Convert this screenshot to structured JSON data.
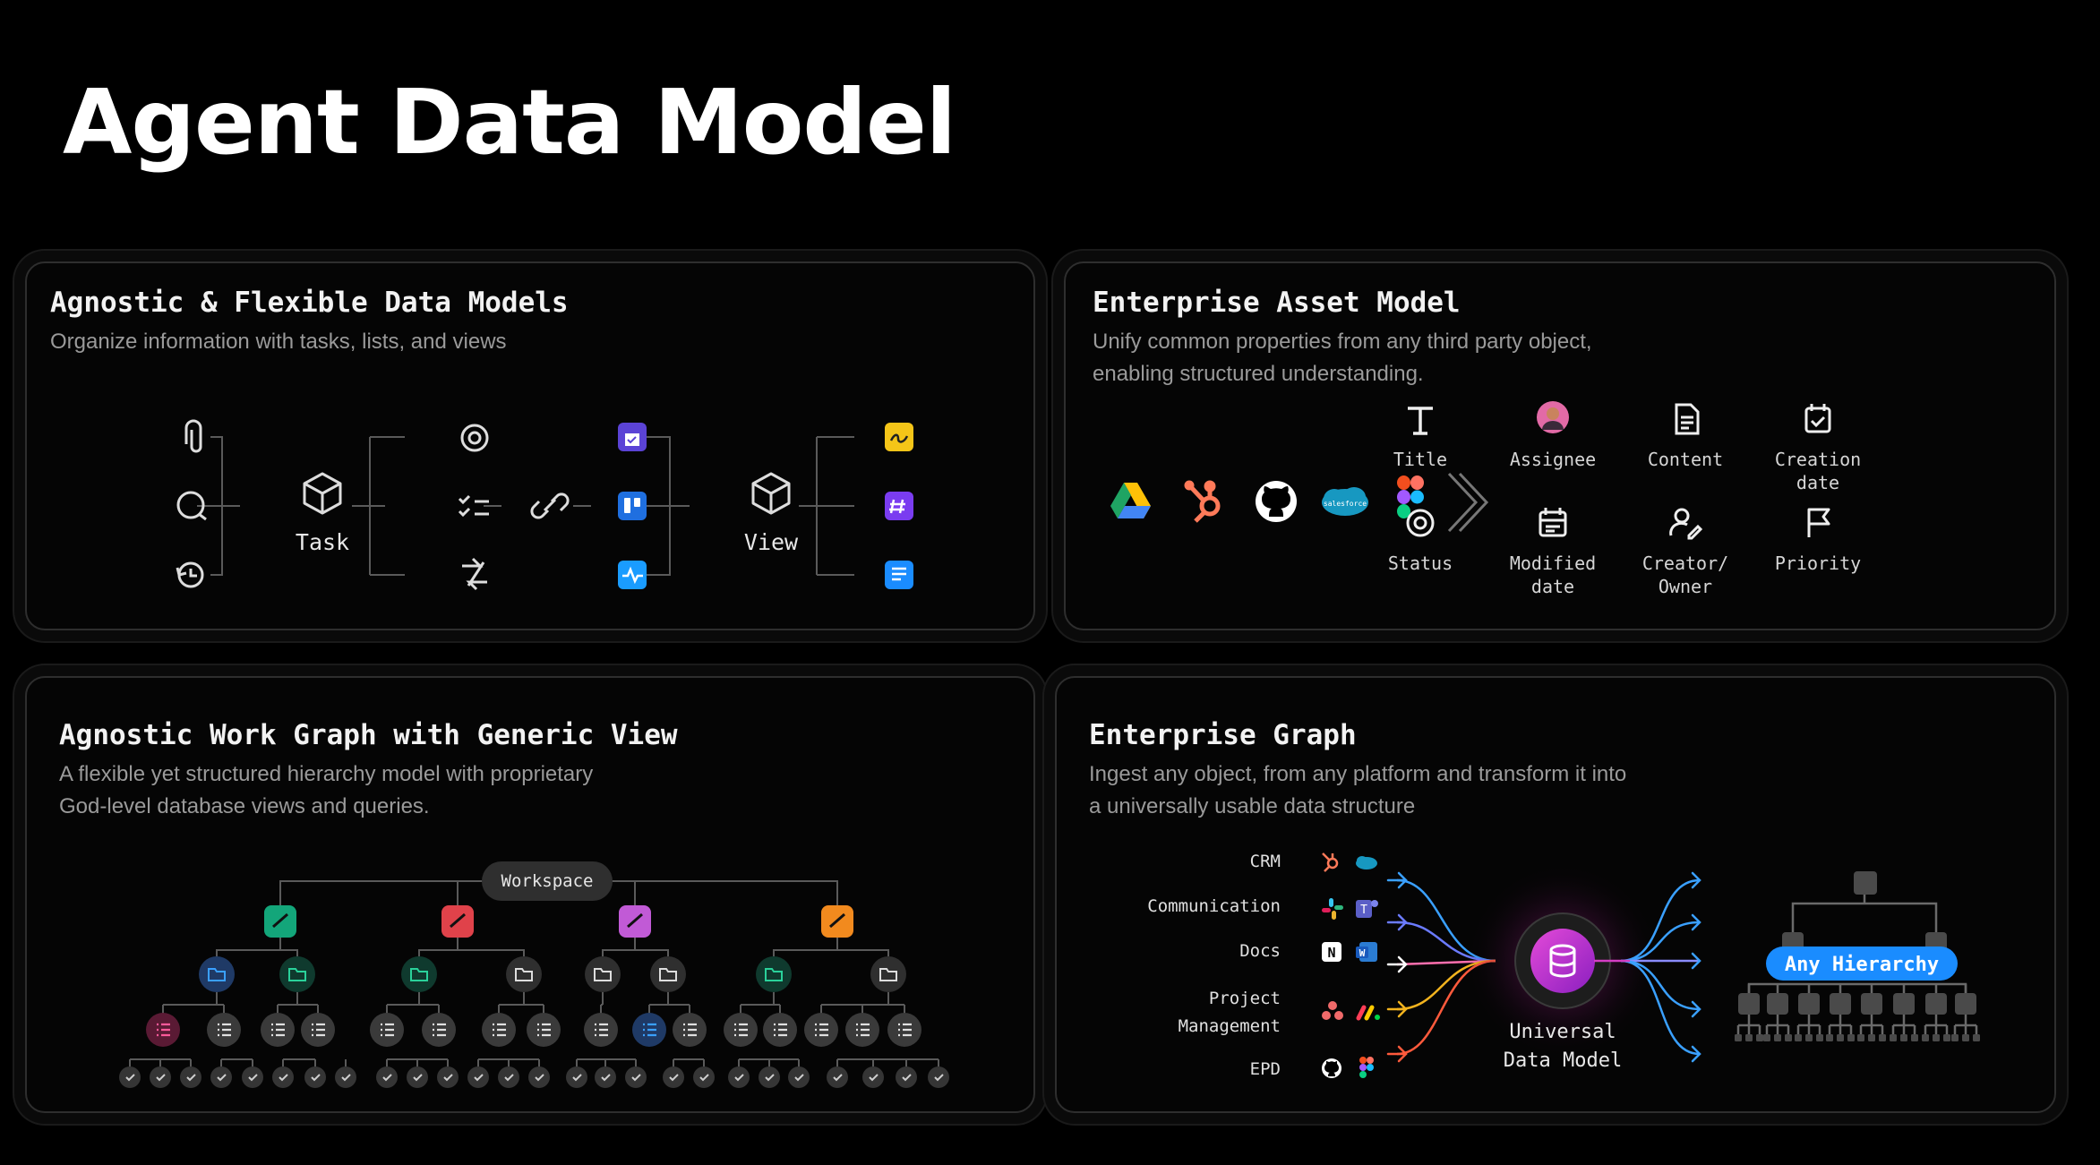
{
  "page": {
    "title": "Agent Data Model"
  },
  "card_models": {
    "title": "Agnostic & Flexible Data Models",
    "subtitle": "Organize information with tasks, lists, and views",
    "task_label": "Task",
    "view_label": "View"
  },
  "card_asset": {
    "title": "Enterprise Asset Model",
    "subtitle": "Unify common properties from any third party object, enabling structured understanding.",
    "sources": [
      "google-drive-icon",
      "hubspot-icon",
      "github-icon",
      "salesforce-icon",
      "figma-icon"
    ],
    "properties": [
      {
        "label": "Title",
        "icon": "title-icon"
      },
      {
        "label": "Assignee",
        "icon": "avatar"
      },
      {
        "label": "Content",
        "icon": "document-icon"
      },
      {
        "label": "Creation date",
        "icon": "calendar-check-icon"
      },
      {
        "label": "Status",
        "icon": "status-icon"
      },
      {
        "label": "Modified date",
        "icon": "calendar-edit-icon"
      },
      {
        "label": "Creator/ Owner",
        "icon": "user-edit-icon"
      },
      {
        "label": "Priority",
        "icon": "flag-icon"
      }
    ]
  },
  "card_workgraph": {
    "title": "Agnostic Work Graph with Generic View",
    "subtitle": "A flexible yet structured hierarchy model with proprietary God-level database views and queries.",
    "root_label": "Workspace",
    "space_colors": [
      "#13a67a",
      "#e0424a",
      "#c15ad6",
      "#f28a1e"
    ]
  },
  "card_graph": {
    "title": "Enterprise Graph",
    "subtitle": "Ingest any object, from any platform and transform it into a universally usable data structure",
    "sources": [
      {
        "label": "CRM",
        "color": "#3aa0ff"
      },
      {
        "label": "Communication",
        "color": "#6b7bff"
      },
      {
        "label": "Docs",
        "color": "#ffffff"
      },
      {
        "label": "Project Management",
        "color": "#f2b31e"
      },
      {
        "label": "EPD",
        "color": "#ff5a3c"
      }
    ],
    "center_label": "Universal Data Model",
    "hierarchy_label": "Any Hierarchy"
  },
  "colors": {
    "accent_blue": "#1a8cff",
    "magenta": "#d43dc4",
    "border": "#2e2e2e"
  }
}
